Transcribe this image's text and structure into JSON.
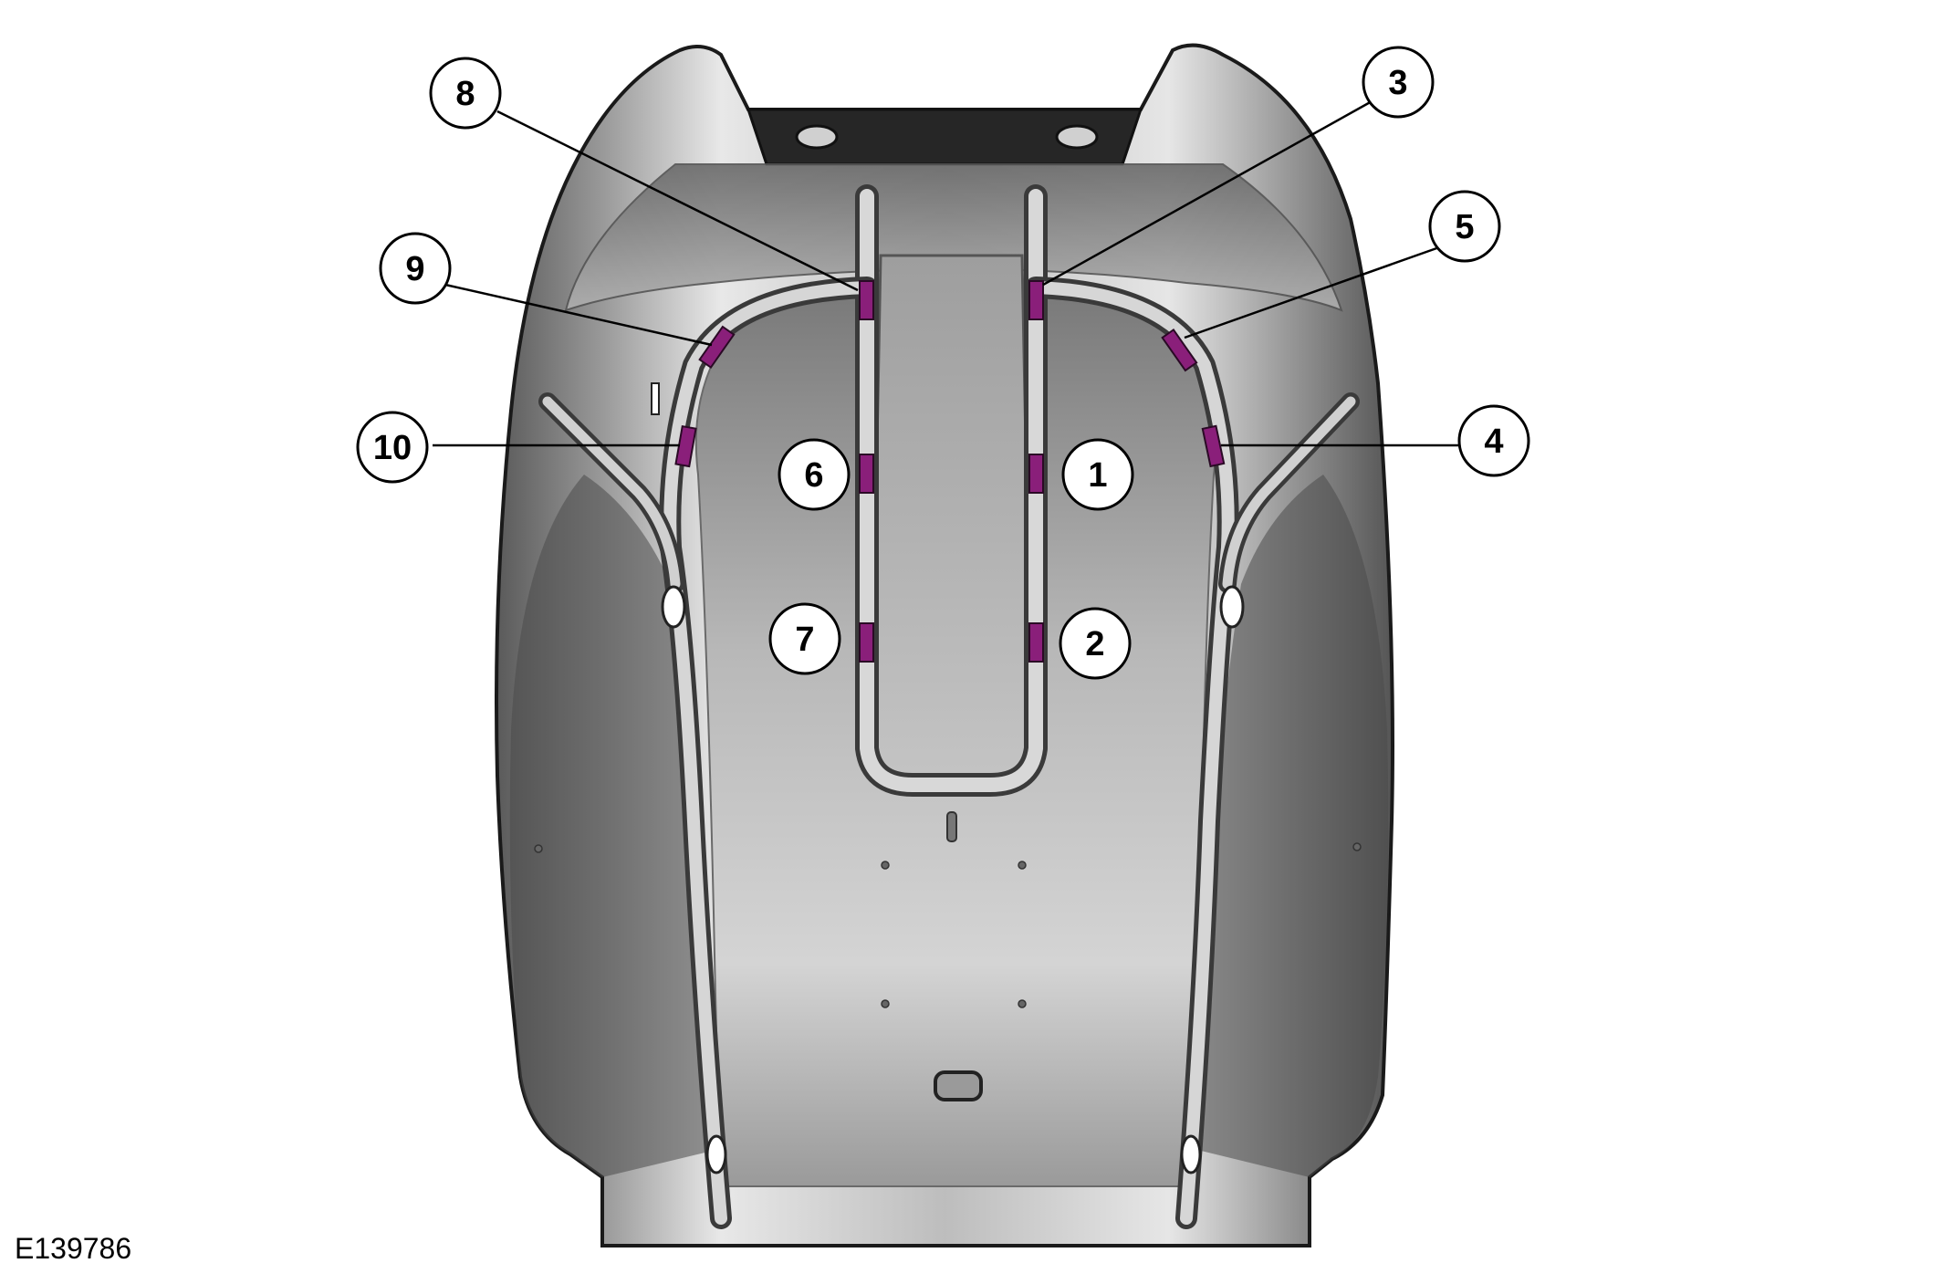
{
  "figure": {
    "id_label": "E139786",
    "subject": "seat backrest frame with heating element mounting points",
    "marker_color": "#8a1f7a",
    "frame_color": "#8c8c8c"
  },
  "callouts": [
    {
      "label": "1"
    },
    {
      "label": "2"
    },
    {
      "label": "3"
    },
    {
      "label": "4"
    },
    {
      "label": "5"
    },
    {
      "label": "6"
    },
    {
      "label": "7"
    },
    {
      "label": "8"
    },
    {
      "label": "9"
    },
    {
      "label": "10"
    }
  ]
}
